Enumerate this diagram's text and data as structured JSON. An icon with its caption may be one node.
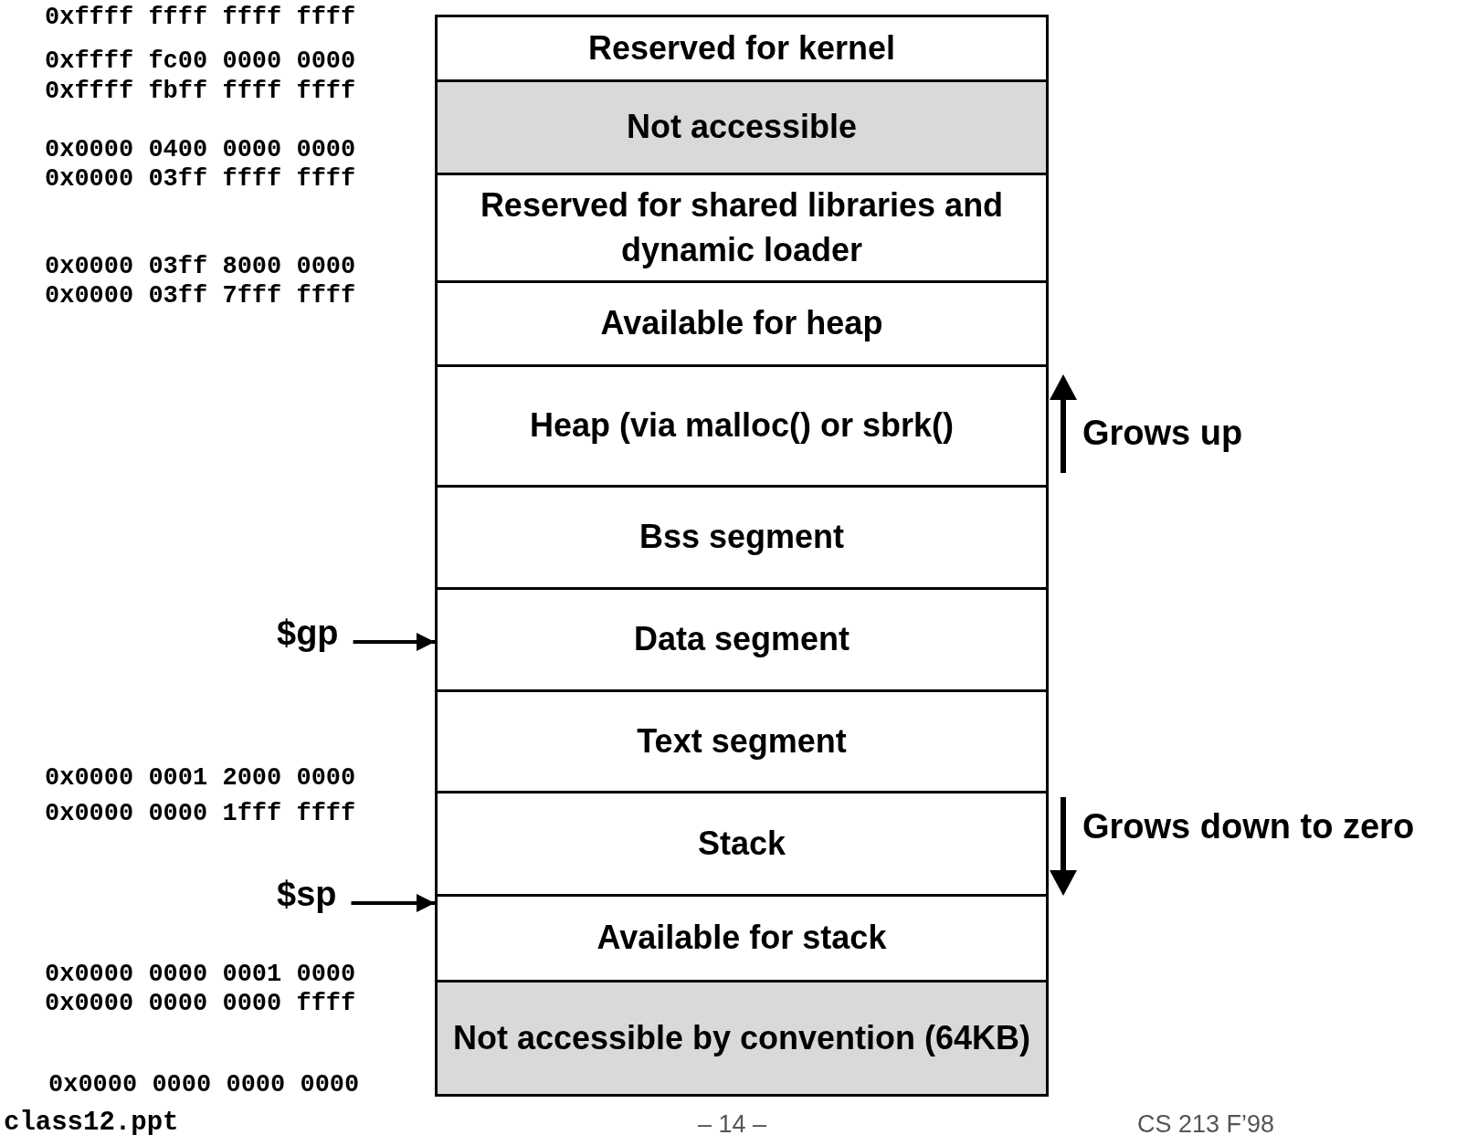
{
  "diagram": {
    "nodes": [
      {
        "text": [
          "Reserved for kernel"
        ]
      },
      {
        "text": [
          "Not accessible"
        ]
      },
      {
        "text": [
          "Reserved for shared libraries and dynamic loader"
        ]
      },
      {
        "text": [
          "Available for heap"
        ]
      },
      {
        "text": [
          "Heap (via malloc() or sbrk()"
        ]
      },
      {
        "text": [
          "Bss segment"
        ]
      },
      {
        "text": [
          "Data segment"
        ]
      },
      {
        "text": [
          "Text segment"
        ]
      },
      {
        "text": [
          "Stack"
        ]
      },
      {
        "text": [
          "Available for stack"
        ]
      },
      {
        "text": [
          "Not accessible by convention (64KB)"
        ]
      },
      {
        "text": [
          "$gp"
        ]
      },
      {
        "text": [
          "$sp"
        ]
      }
    ],
    "edges": [
      {
        "from": 11,
        "to": 6,
        "arrow": "to"
      },
      {
        "from": 12,
        "to": 9,
        "arrow": "to"
      }
    ],
    "labels": [
      "0xffff ffff ffff ffff",
      "0xffff fc00 0000 0000",
      "0xffff fbff ffff ffff",
      "0x0000 0400 0000 0000",
      "0x0000 03ff ffff ffff",
      "0x0000 03ff 8000 0000",
      "0x0000 03ff 7fff ffff",
      "Grows up",
      "0x0000 0001 2000 0000",
      "0x0000 0000 1fff ffff",
      "Grows down to zero",
      "0x0000 0000 0001 0000",
      "0x0000 0000 0000 ffff",
      "0x0000 0000 0000 0000",
      "class12.ppt",
      "– 14 –",
      "CS 213 F’98"
    ]
  }
}
